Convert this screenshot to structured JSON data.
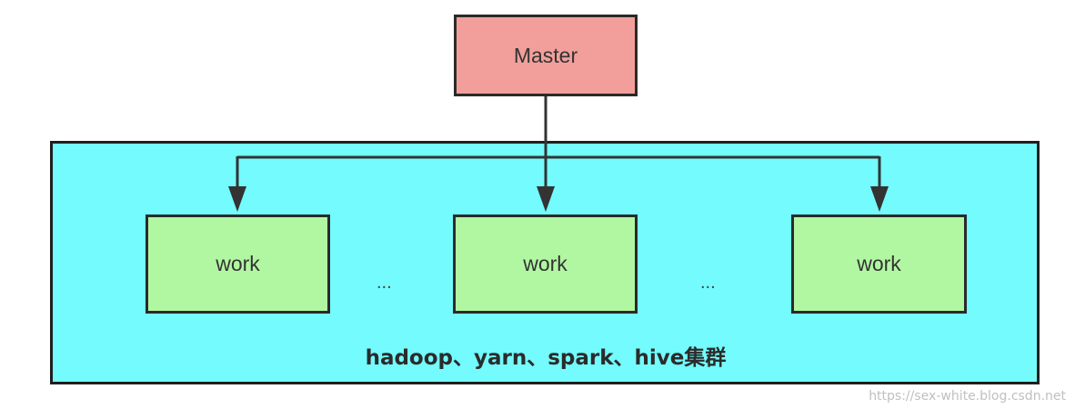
{
  "diagram": {
    "master": {
      "label": "Master",
      "color": "#f29f9b"
    },
    "workers": [
      {
        "label": "work",
        "color": "#b1f7a2"
      },
      {
        "label": "work",
        "color": "#b1f7a2"
      },
      {
        "label": "work",
        "color": "#b1f7a2"
      }
    ],
    "ellipses": [
      "...",
      "..."
    ],
    "cluster": {
      "label": "hadoop、yarn、spark、hive集群",
      "color": "#73fbfd"
    },
    "edge_color": "#333333"
  },
  "watermark": "https://sex-white.blog.csdn.net"
}
